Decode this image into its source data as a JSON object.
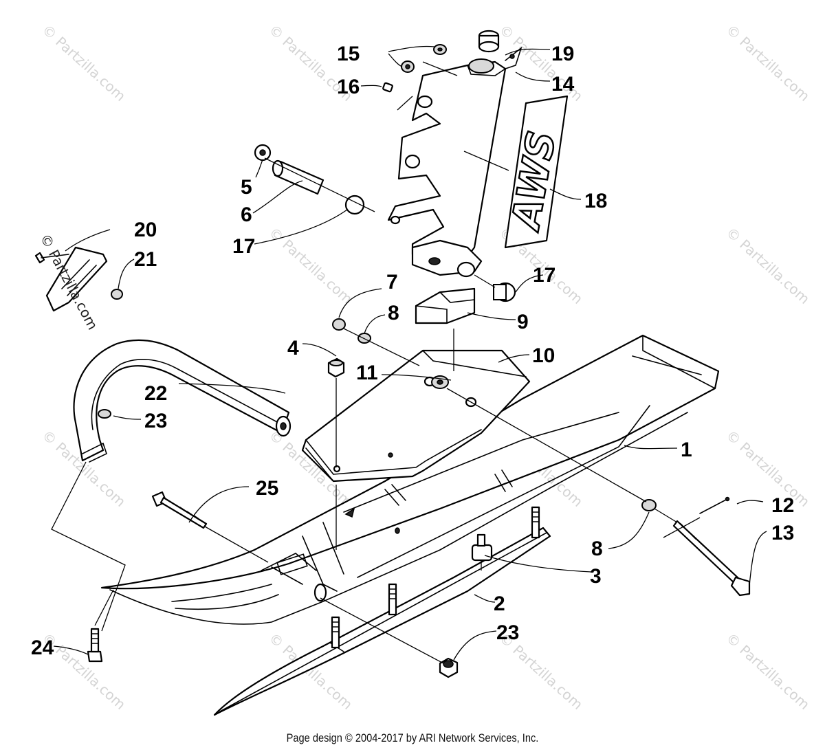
{
  "labels": {
    "l1": "1",
    "l2": "2",
    "l3": "3",
    "l4": "4",
    "l5": "5",
    "l6": "6",
    "l7": "7",
    "l8a": "8",
    "l8b": "8",
    "l9": "9",
    "l10": "10",
    "l11": "11",
    "l12": "12",
    "l13": "13",
    "l14": "14",
    "l15": "15",
    "l16": "16",
    "l17a": "17",
    "l17b": "17",
    "l18": "18",
    "l19": "19",
    "l20": "20",
    "l21": "21",
    "l22": "22",
    "l23a": "23",
    "l23b": "23",
    "l24": "24",
    "l25": "25"
  },
  "logo_text": "AWS",
  "watermark": "© Partzilla.com",
  "footer": "Page design © 2004-2017 by ARI Network Services, Inc."
}
